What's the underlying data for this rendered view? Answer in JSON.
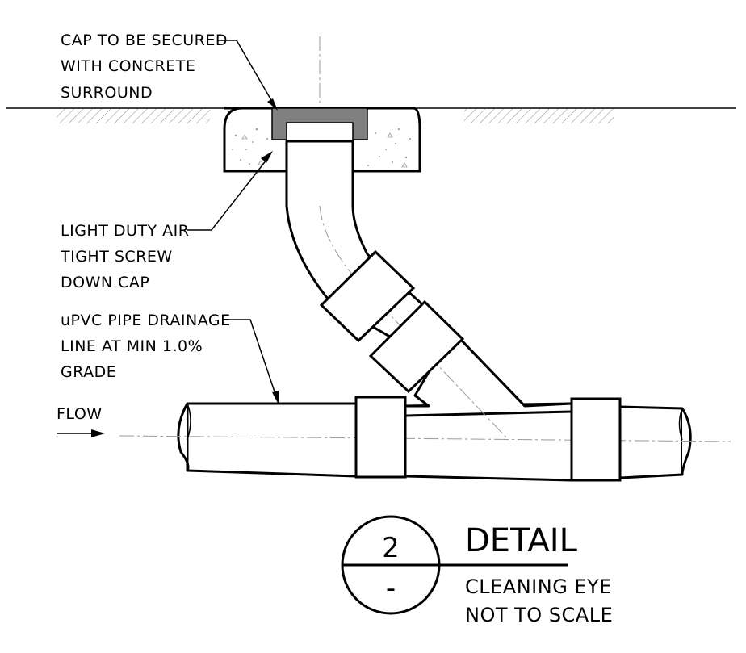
{
  "labels": {
    "cap_secured": [
      "CAP TO BE SECURED",
      "WITH CONCRETE",
      "SURROUND"
    ],
    "screw_cap": [
      "LIGHT DUTY AIR",
      "TIGHT SCREW",
      "DOWN CAP"
    ],
    "pipe": [
      "uPVC PIPE DRAINAGE",
      "LINE AT MIN 1.0%",
      "GRADE"
    ],
    "flow": "FLOW"
  },
  "detail": {
    "number": "2",
    "sheet": "-",
    "title": "DETAIL",
    "subtitle": "CLEANING EYE",
    "scale": "NOT TO SCALE"
  },
  "colors": {
    "line": "#000000",
    "cap": "#808080",
    "concrete_dots": "#9a9a9a",
    "centerline": "#999999"
  }
}
